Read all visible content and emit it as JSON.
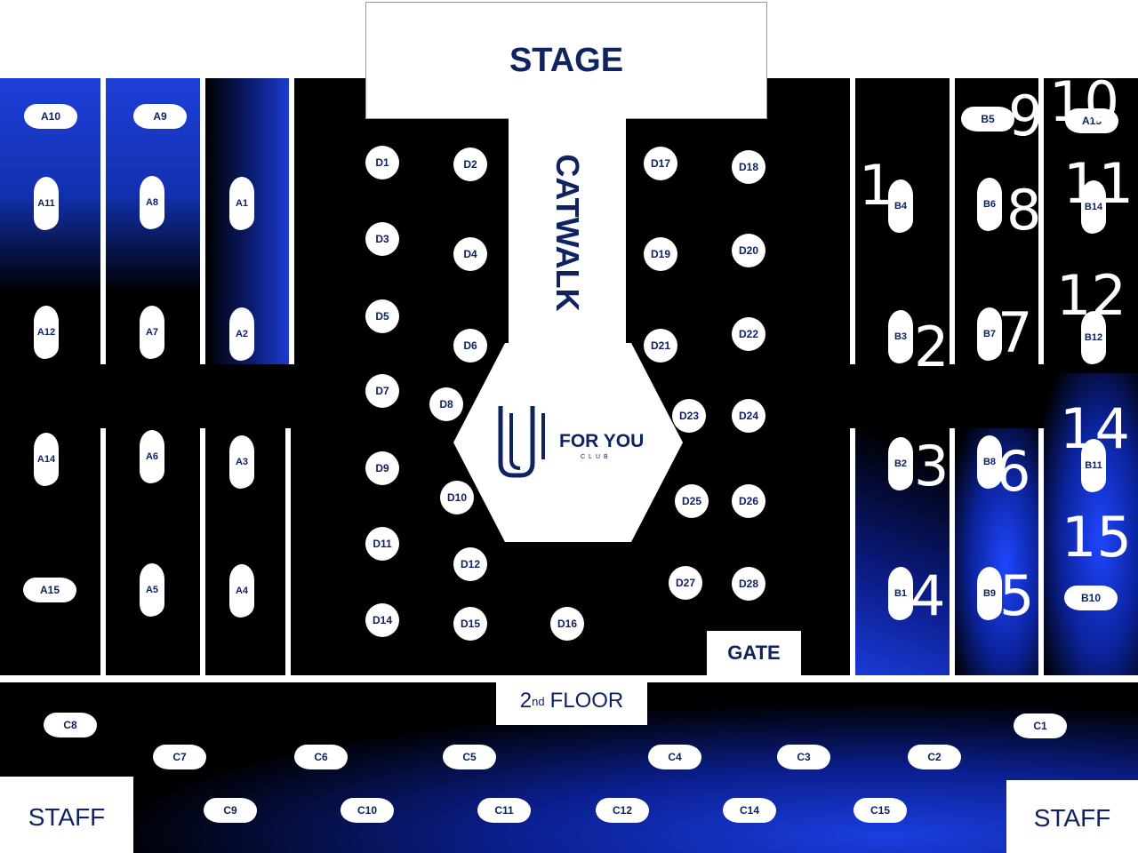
{
  "stage": "STAGE",
  "catwalk": "CATWALK",
  "gate": "GATE",
  "second_floor": {
    "num": "2",
    "sup": "nd",
    "label": "FLOOR"
  },
  "staff_left": "STAFF",
  "staff_right": "STAFF",
  "logo": {
    "name": "FOR YOU",
    "sub": "CLUB"
  },
  "colors": {
    "text": "#0f2360",
    "blue": "#1b3bd0",
    "background": "#000000"
  },
  "tables_a": [
    "A10",
    "A9",
    "A11",
    "A8",
    "A1",
    "A12",
    "A7",
    "A2",
    "A14",
    "A6",
    "A3",
    "A15",
    "A5",
    "A4"
  ],
  "tables_d": [
    "D1",
    "D2",
    "D3",
    "D4",
    "D5",
    "D6",
    "D7",
    "D8",
    "D9",
    "D10",
    "D11",
    "D12",
    "D14",
    "D15",
    "D16",
    "D17",
    "D18",
    "D19",
    "D20",
    "D21",
    "D22",
    "D23",
    "D24",
    "D25",
    "D26",
    "D27",
    "D28"
  ],
  "tables_b": [
    "B5",
    "A15",
    "B4",
    "B6",
    "B14",
    "B3",
    "B7",
    "B12",
    "B2",
    "B8",
    "B11",
    "B1",
    "B9",
    "B10"
  ],
  "tables_c": [
    "C8",
    "C1",
    "C7",
    "C6",
    "C5",
    "C4",
    "C3",
    "C2",
    "C9",
    "C10",
    "C11",
    "C12",
    "C14",
    "C15"
  ],
  "big_numbers": [
    "9",
    "10",
    "1",
    "8",
    "11",
    "12",
    "2",
    "7",
    "14",
    "3",
    "6",
    "15",
    "4",
    "5"
  ]
}
